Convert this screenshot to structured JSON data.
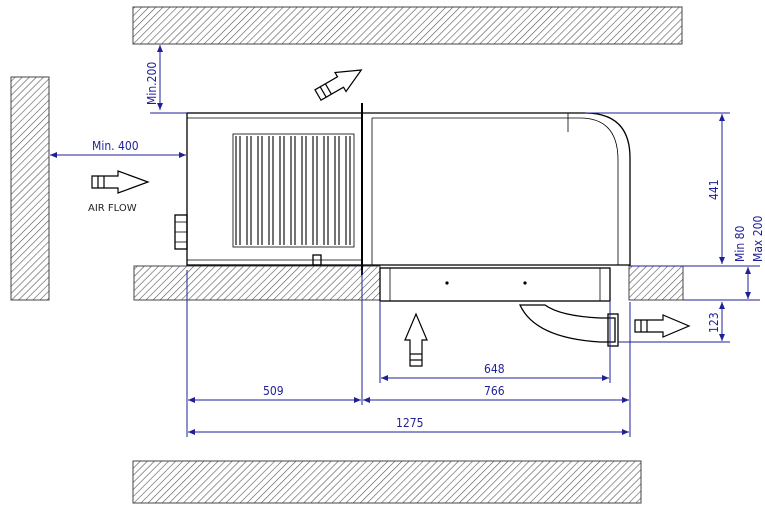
{
  "clearances": {
    "top": "Min.200",
    "left": "Min. 400",
    "bottom_right_line1": "Min 80",
    "bottom_right_line2": "Max 200"
  },
  "labels": {
    "air_flow": "AIR FLOW"
  },
  "dimensions": {
    "height_unit": "441",
    "height_duct": "123",
    "inner_width": "648",
    "evaporator_width": "766",
    "condenser_width": "509",
    "total_width": "1275"
  },
  "icons": [
    "airflow-arrow-icon",
    "hatched-wall",
    "hatched-ceiling"
  ],
  "colors": {
    "dimension": "#1f1f99",
    "outline": "#000000",
    "hatch": "#555555"
  }
}
